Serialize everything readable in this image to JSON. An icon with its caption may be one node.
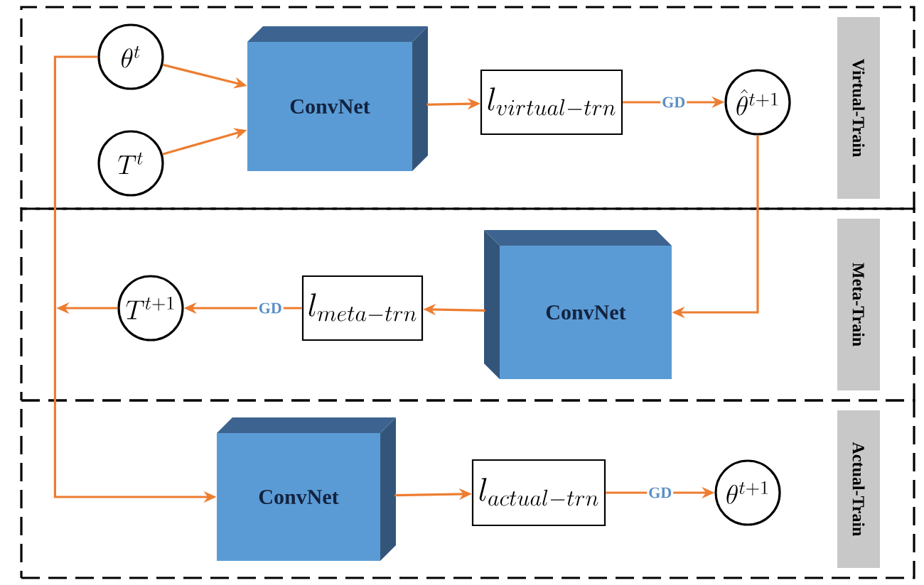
{
  "diagram": {
    "nodes": [
      {
        "text": [
          "Virtual-Train"
        ]
      },
      {
        "text": [
          "\\theta^{t}"
        ],
        "in": 0
      },
      {
        "text": [
          "T^{t}"
        ],
        "in": 0
      },
      {
        "text": [
          "ConvNet"
        ],
        "in": 0
      },
      {
        "text": [
          "l_{virtual-trn}"
        ],
        "in": 0
      },
      {
        "text": [
          "\\hat{\\theta}^{t+1}"
        ],
        "in": 0
      },
      {
        "text": [
          "Meta-Train"
        ]
      },
      {
        "text": [
          "ConvNet"
        ],
        "in": 6
      },
      {
        "text": [
          "l_{meta-trn}"
        ],
        "in": 6
      },
      {
        "text": [
          "T^{t+1}"
        ],
        "in": 6
      },
      {
        "text": [
          "Actual-Train"
        ]
      },
      {
        "text": [
          "ConvNet"
        ],
        "in": 10
      },
      {
        "text": [
          "l_{actual-trn}"
        ],
        "in": 10
      },
      {
        "text": [
          "\\theta^{t+1}"
        ],
        "in": 10
      }
    ],
    "edges": [
      {
        "from": 1,
        "to": 3,
        "arrow": "to"
      },
      {
        "from": 2,
        "to": 3,
        "arrow": "to"
      },
      {
        "from": 3,
        "to": 4,
        "arrow": "to"
      },
      {
        "from": 4,
        "to": 5,
        "label": "GD",
        "arrow": "to"
      },
      {
        "from": 5,
        "to": 7,
        "arrow": "to"
      },
      {
        "from": 7,
        "to": 8,
        "arrow": "to"
      },
      {
        "from": 8,
        "to": 9,
        "label": "GD",
        "arrow": "to"
      },
      {
        "from": 9,
        "to": null,
        "arrow": "to"
      },
      {
        "from": 1,
        "to": 11,
        "arrow": "to"
      },
      {
        "from": 11,
        "to": 12,
        "arrow": "to"
      },
      {
        "from": 12,
        "to": 13,
        "label": "GD",
        "arrow": "to"
      }
    ]
  }
}
